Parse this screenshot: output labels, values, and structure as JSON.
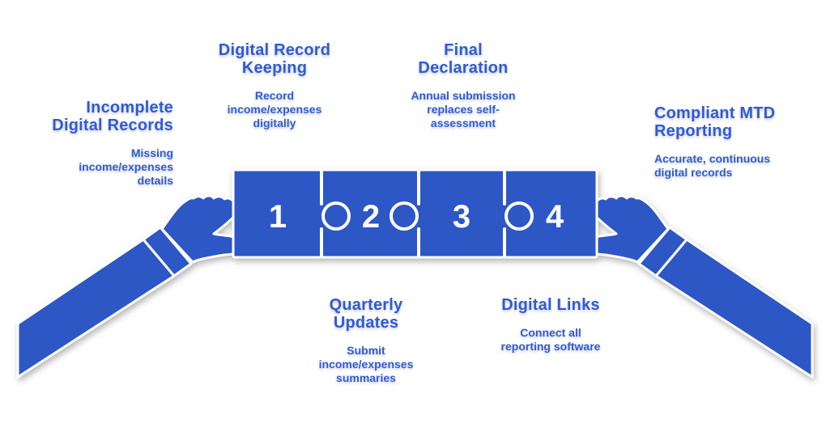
{
  "colors": {
    "shape_blue": "#2D57C5",
    "text_blue": "#2E5BD9",
    "outline_white": "#ffffff"
  },
  "labels": [
    {
      "id": "incomplete-digital-records",
      "title": "Incomplete\nDigital Records",
      "description": "Missing\nincome/expenses\ndetails"
    },
    {
      "id": "digital-record-keeping",
      "title": "Digital Record\nKeeping",
      "description": "Record\nincome/expenses\ndigitally"
    },
    {
      "id": "final-declaration",
      "title": "Final\nDeclaration",
      "description": "Annual submission\nreplaces self-\nassessment"
    },
    {
      "id": "compliant-mtd-reporting",
      "title": "Compliant MTD\nReporting",
      "description": "Accurate, continuous\ndigital records"
    },
    {
      "id": "quarterly-updates",
      "title": "Quarterly\nUpdates",
      "description": "Submit\nincome/expenses\nsummaries"
    },
    {
      "id": "digital-links",
      "title": "Digital Links",
      "description": "Connect all\nreporting software"
    }
  ],
  "puzzle": {
    "pieces": [
      {
        "number": "1"
      },
      {
        "number": "2"
      },
      {
        "number": "3"
      },
      {
        "number": "4"
      }
    ]
  }
}
